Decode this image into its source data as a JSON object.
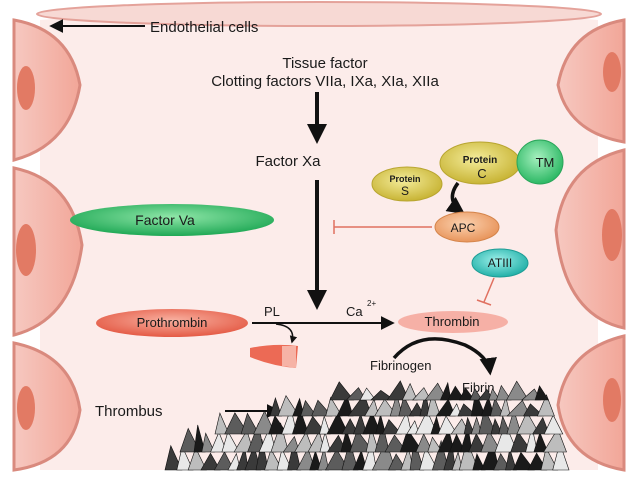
{
  "header": {
    "endothelial_label": "Endothelial cells"
  },
  "initiators": {
    "line1": "Tissue factor",
    "line2": "Clotting factors VIIa, IXa, XIa, XIIa"
  },
  "factors": {
    "factor_xa": "Factor Xa",
    "factor_va": "Factor Va",
    "prothrombin": "Prothrombin",
    "thrombin": "Thrombin",
    "fibrinogen": "Fibrinogen",
    "fibrin": "Fibrin",
    "thrombus": "Thrombus"
  },
  "cofactors": {
    "pl": "PL",
    "ca": "Ca",
    "ca_charge": "2+"
  },
  "anticoagulants": {
    "protein_c_line1": "Protein",
    "protein_c_line2": "C",
    "protein_s_line1": "Protein",
    "protein_s_line2": "S",
    "tm": "TM",
    "apc": "APC",
    "atiii": "ATIII"
  },
  "colors": {
    "vessel_wall": "#ee9a8c",
    "lumen": "#fce9e8",
    "factor_va": "#2ec06a",
    "protein": "#d4c24a",
    "tm": "#4fd07a",
    "apc": "#f0a870",
    "atiii": "#38c8c0",
    "prothrombin": "#ec6a55",
    "inhibit_line": "#e07060"
  }
}
